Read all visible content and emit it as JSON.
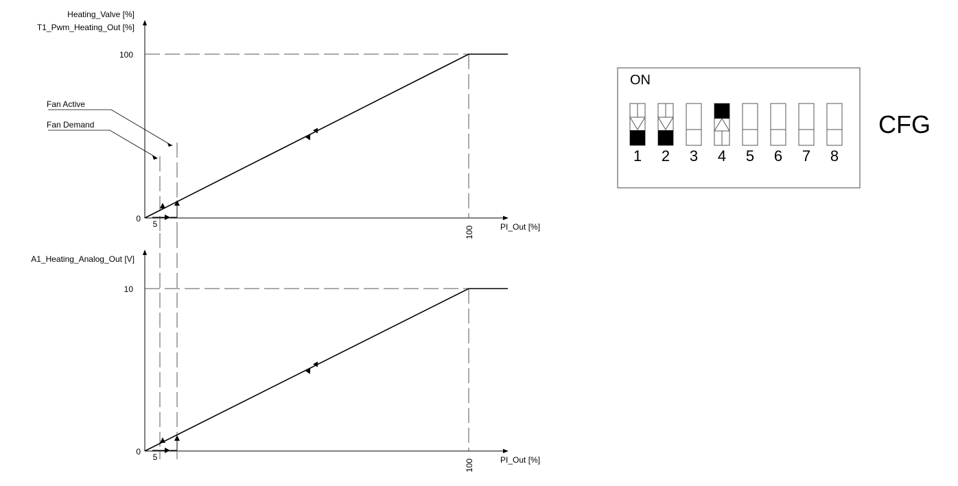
{
  "top_chart": {
    "ylabel_line1": "Heating_Valve [%]",
    "ylabel_line2": "T1_Pwm_Heating_Out [%]",
    "xlabel": "PI_Out [%]",
    "origin_label": "0",
    "y_max_label": "100",
    "x_max_label": "100",
    "x_tick_label": "5",
    "fan_active_label": "Fan Active",
    "fan_demand_label": "Fan Demand"
  },
  "bottom_chart": {
    "ylabel": "A1_Heating_Analog_Out [V]",
    "xlabel": "PI_Out [%]",
    "origin_label": "0",
    "y_max_label": "10",
    "x_max_label": "100",
    "x_tick_label": "5"
  },
  "dip_switch": {
    "on_label": "ON",
    "side_label": "CFG",
    "switches": [
      {
        "number": "1",
        "state": "off"
      },
      {
        "number": "2",
        "state": "off"
      },
      {
        "number": "3",
        "state": "neutral"
      },
      {
        "number": "4",
        "state": "on"
      },
      {
        "number": "5",
        "state": "neutral"
      },
      {
        "number": "6",
        "state": "neutral"
      },
      {
        "number": "7",
        "state": "neutral"
      },
      {
        "number": "8",
        "state": "neutral"
      }
    ]
  }
}
